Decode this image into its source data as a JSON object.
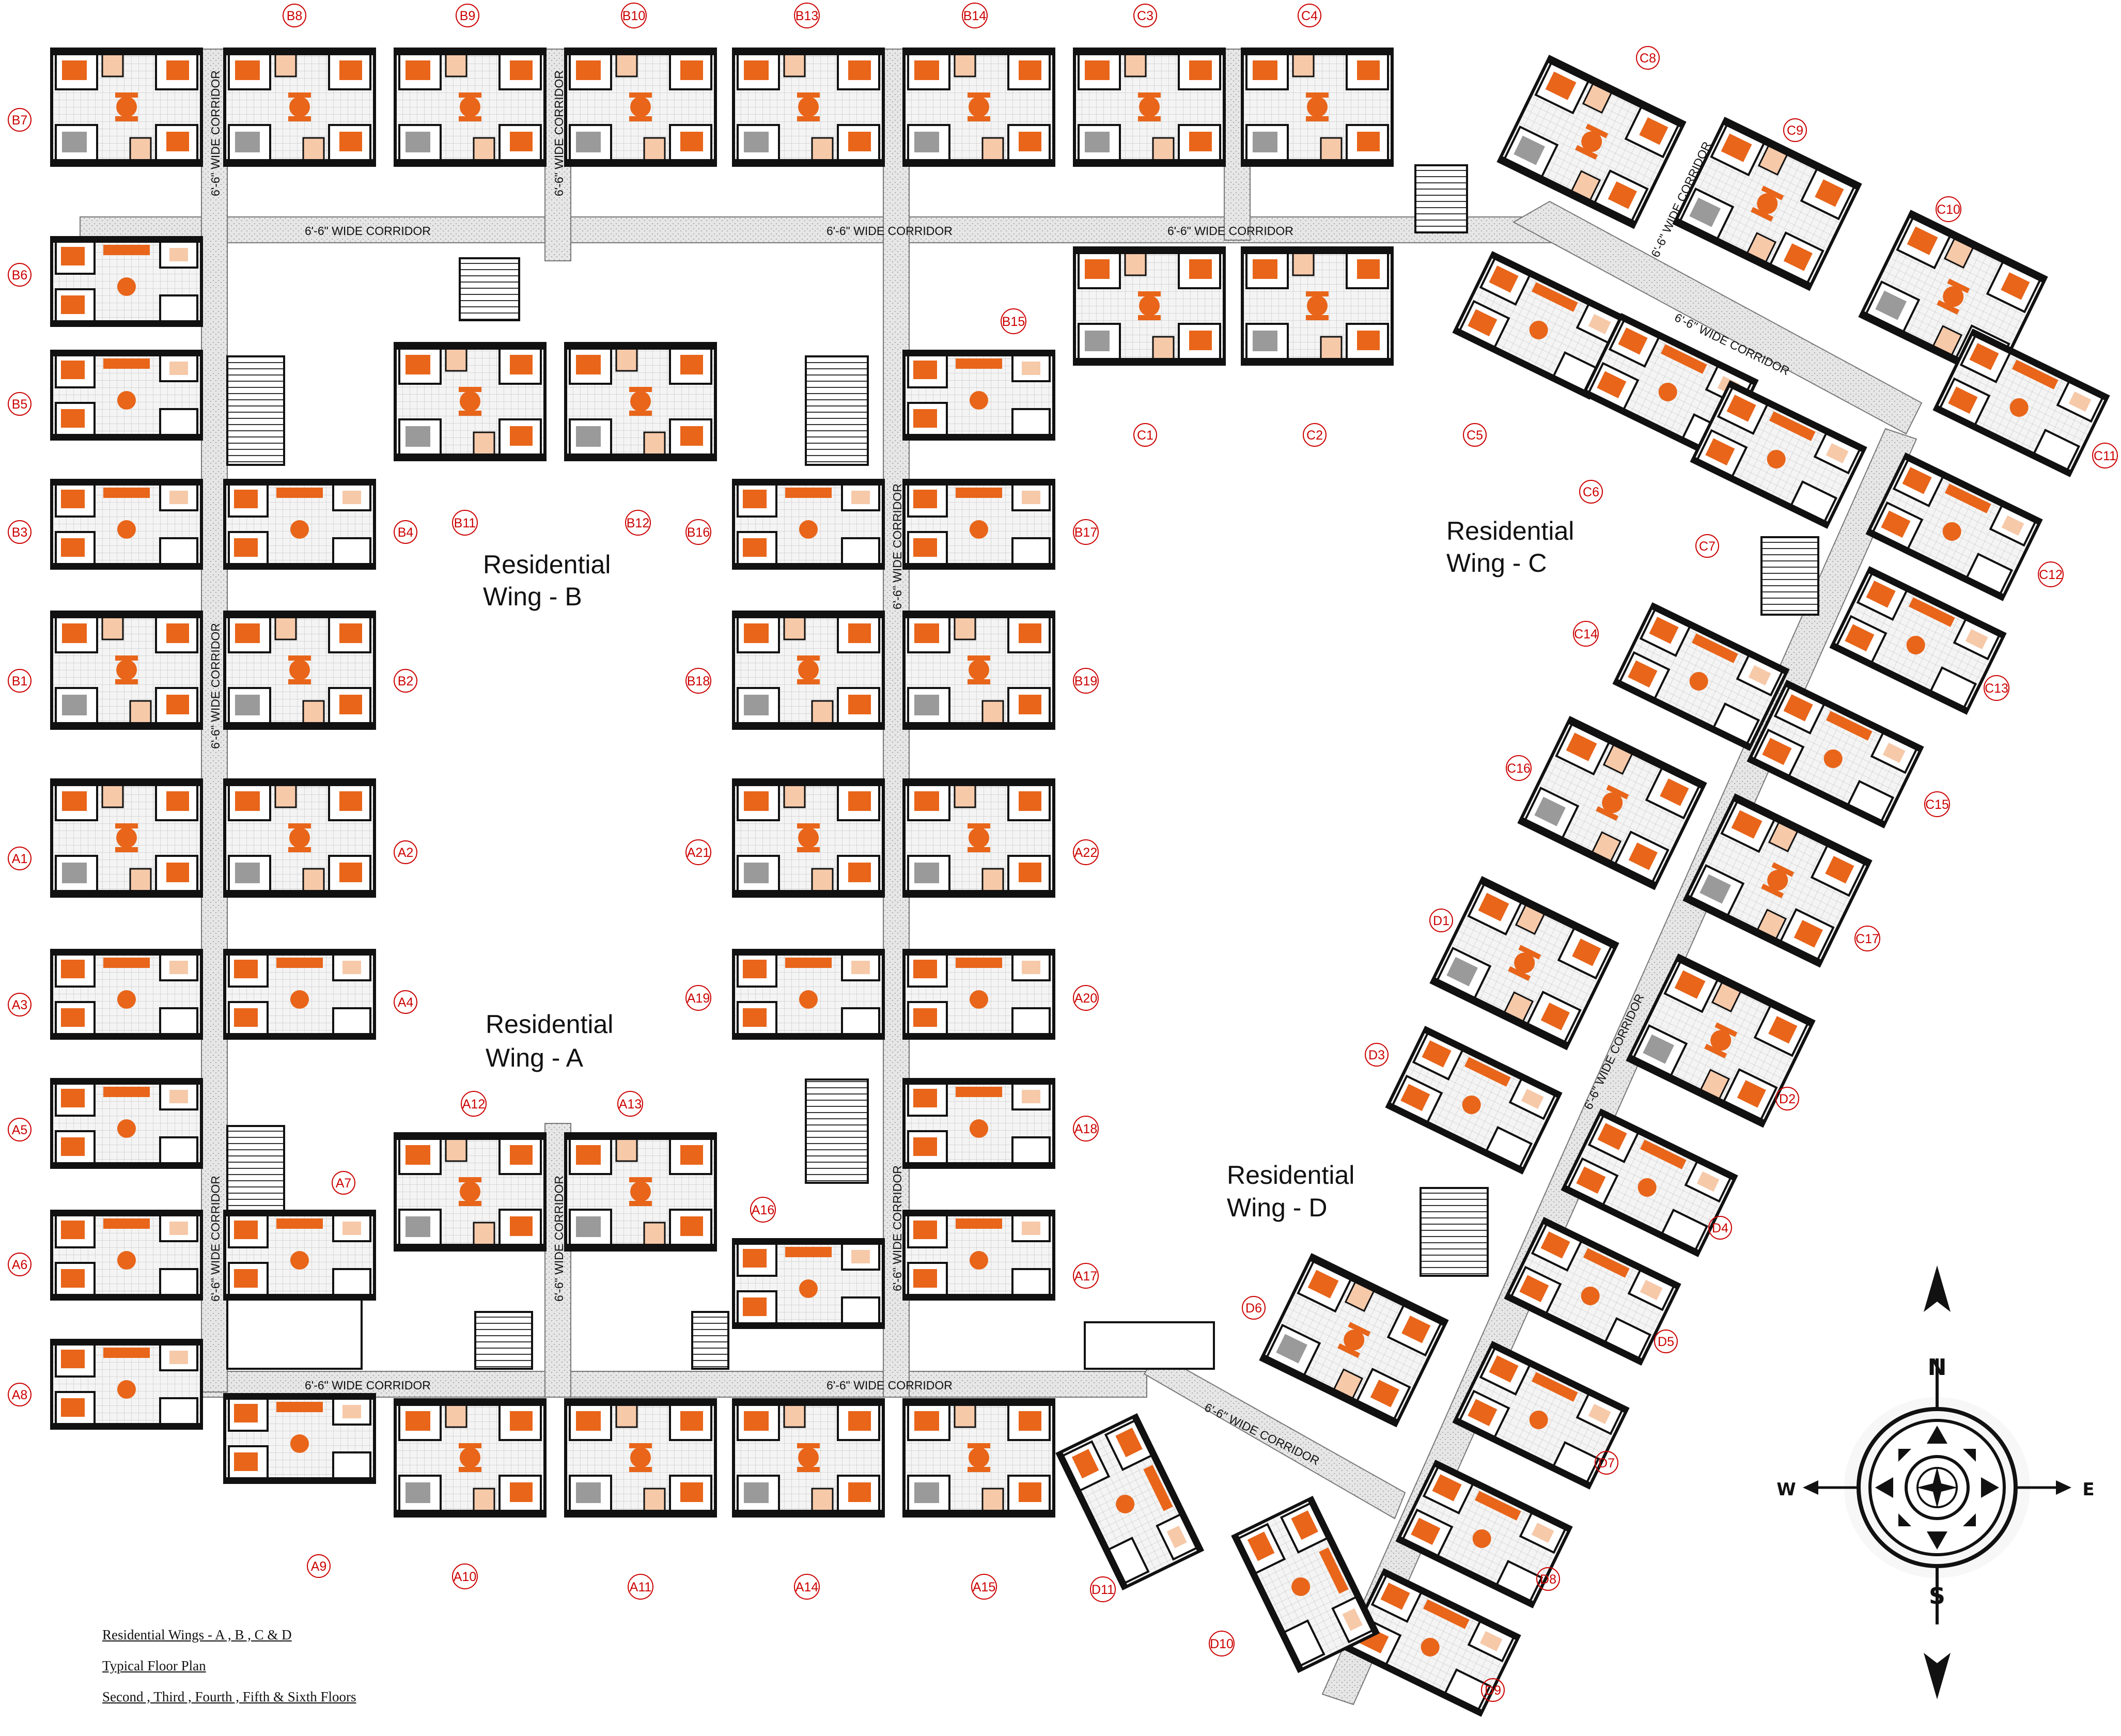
{
  "wings": {
    "a": {
      "line1": "Residential",
      "line2": "Wing   - A"
    },
    "b": {
      "line1": "Residential",
      "line2": "Wing   - B"
    },
    "c": {
      "line1": "Residential",
      "line2": "Wing   - C"
    },
    "d": {
      "line1": "Residential",
      "line2": "Wing   - D"
    }
  },
  "corridor_label": "6'-6\"  WIDE CORRIDOR",
  "corridor_label_short": "6'-6\"",
  "corridor_label_rest": "WIDE CORRIDOR",
  "compass": {
    "n": "N",
    "s": "S",
    "e": "E",
    "w": "W"
  },
  "legend": {
    "line1": "Residential Wings   - A , B , C  & D",
    "line2": "Typical Floor Plan",
    "line3": "Second , Third , Fourth , Fifth & Sixth  Floors"
  },
  "units": {
    "B8": "B8",
    "B9": "B9",
    "B10": "B10",
    "B13": "B13",
    "B14": "B14",
    "C3": "C3",
    "C4": "C4",
    "B7": "B7",
    "B6": "B6",
    "B5": "B5",
    "B3": "B3",
    "B4": "B4",
    "B1": "B1",
    "B2": "B2",
    "A1": "A1",
    "A2": "A2",
    "A3": "A3",
    "A4": "A4",
    "A5": "A5",
    "A6": "A6",
    "A7": "A7",
    "A8": "A8",
    "A9": "A9",
    "A10": "A10",
    "A11": "A11",
    "A14": "A14",
    "A15": "A15",
    "A12": "A12",
    "A13": "A13",
    "A16": "A16",
    "A17": "A17",
    "A18": "A18",
    "A19": "A19",
    "A20": "A20",
    "A21": "A21",
    "A22": "A22",
    "B11": "B11",
    "B12": "B12",
    "B15": "B15",
    "B16": "B16",
    "B17": "B17",
    "B18": "B18",
    "B19": "B19",
    "C1": "C1",
    "C2": "C2",
    "C5": "C5",
    "C6": "C6",
    "C7": "C7",
    "C8": "C8",
    "C9": "C9",
    "C10": "C10",
    "C11": "C11",
    "C12": "C12",
    "C13": "C13",
    "C14": "C14",
    "C15": "C15",
    "C16": "C16",
    "C17": "C17",
    "D1": "D1",
    "D2": "D2",
    "D3": "D3",
    "D4": "D4",
    "D5": "D5",
    "D6": "D6",
    "D7": "D7",
    "D8": "D8",
    "D9": "D9",
    "D10": "D10",
    "D11": "D11"
  },
  "colors": {
    "accent": "#e8651a",
    "wall": "#111111",
    "tag": "#cc0000",
    "corridor": "#d9d9d9"
  }
}
